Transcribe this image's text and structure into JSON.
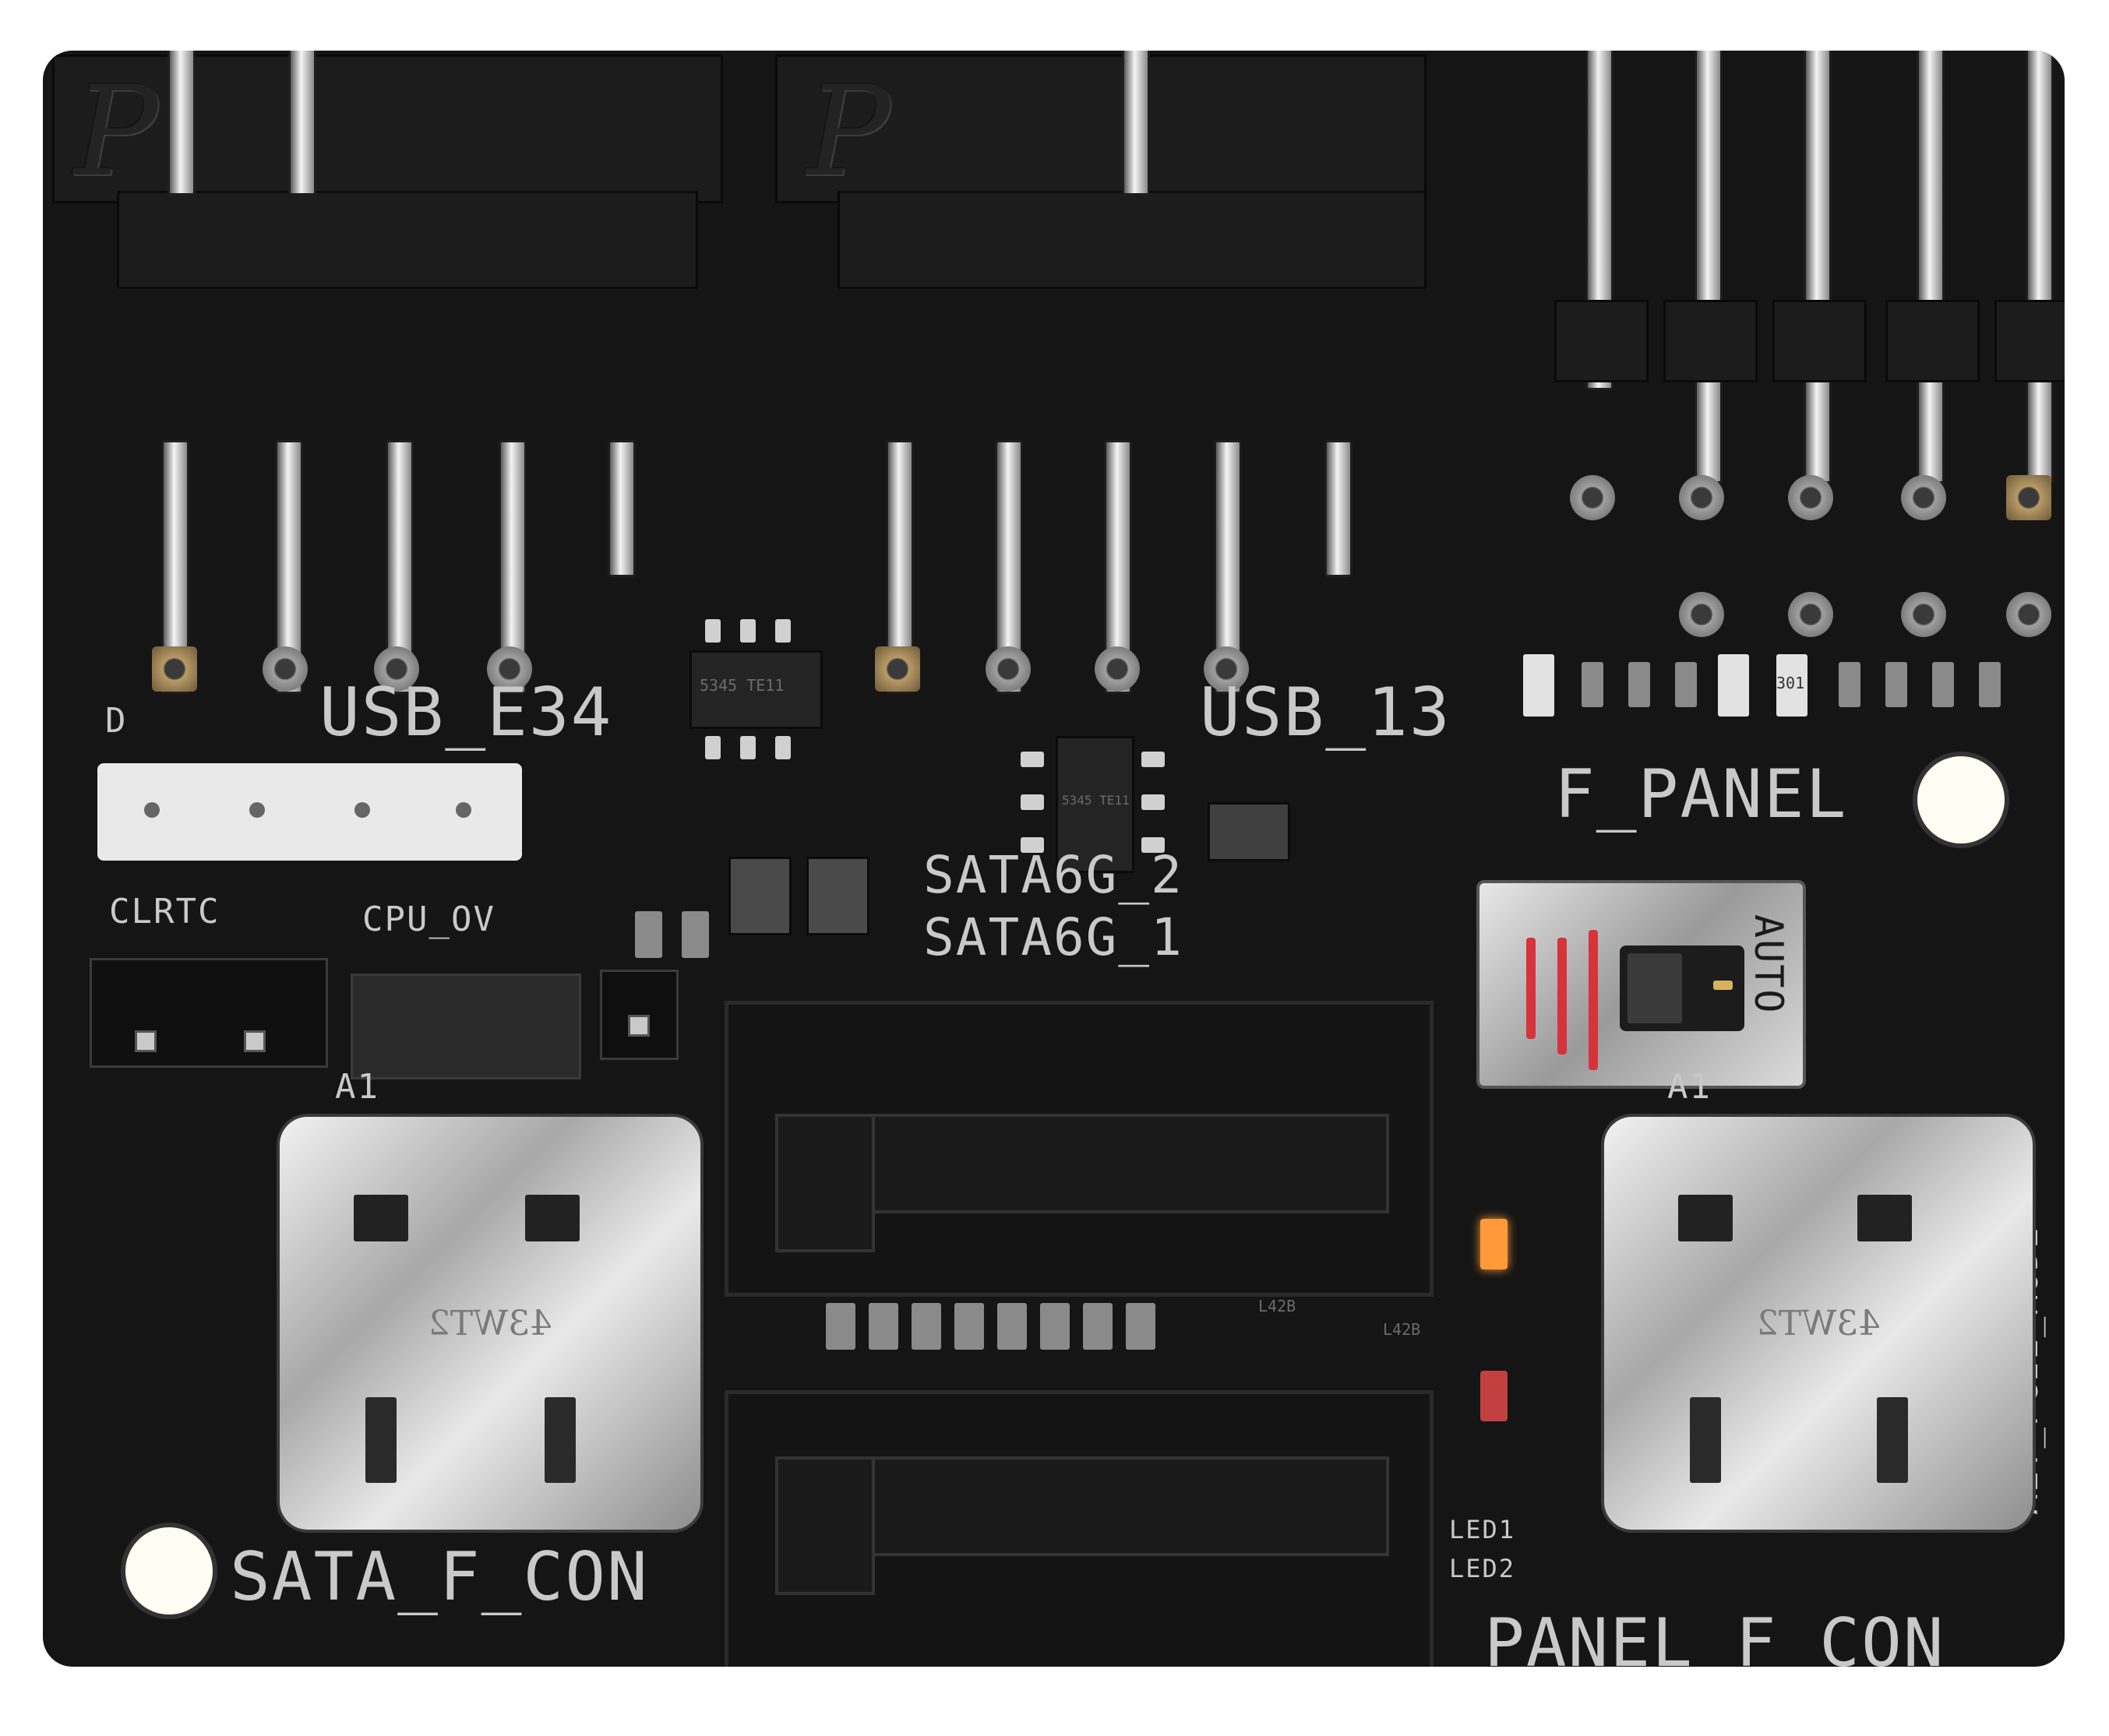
{
  "board": {
    "labels": {
      "usb_e34": "USB_E34",
      "usb_13": "USB_13",
      "f_panel": "F_PANEL",
      "sata6g_2": "SATA6G_2",
      "sata6g_1": "SATA6G_1",
      "clrtc": "CLRTC",
      "cpu_ov": "CPU_OV",
      "d_mark": "D",
      "a1_left": "A1",
      "a1_right": "A1",
      "sata_f_con": "SATA_F_CON",
      "panel_f_con": "PANEL_F_CON",
      "led1": "LED1",
      "led2": "LED2",
      "alt_pcie_mode": "ALT_PCIE_MODE",
      "auto": "AUTO",
      "usbc_left_mark": "43WT2",
      "usbc_right_mark": "43WT2",
      "chip1_mark": "5345 TE11",
      "chip2_mark": "5345 TE11",
      "resistor_mark": "301",
      "l42a": "L42B",
      "l42b": "L42B"
    },
    "colors": {
      "pcb": "#151515",
      "silkscreen": "#c9c9c9",
      "slide_switch_mark": "#d6333a",
      "led_amber": "#ff9a3a",
      "led_red": "#c24040"
    }
  }
}
